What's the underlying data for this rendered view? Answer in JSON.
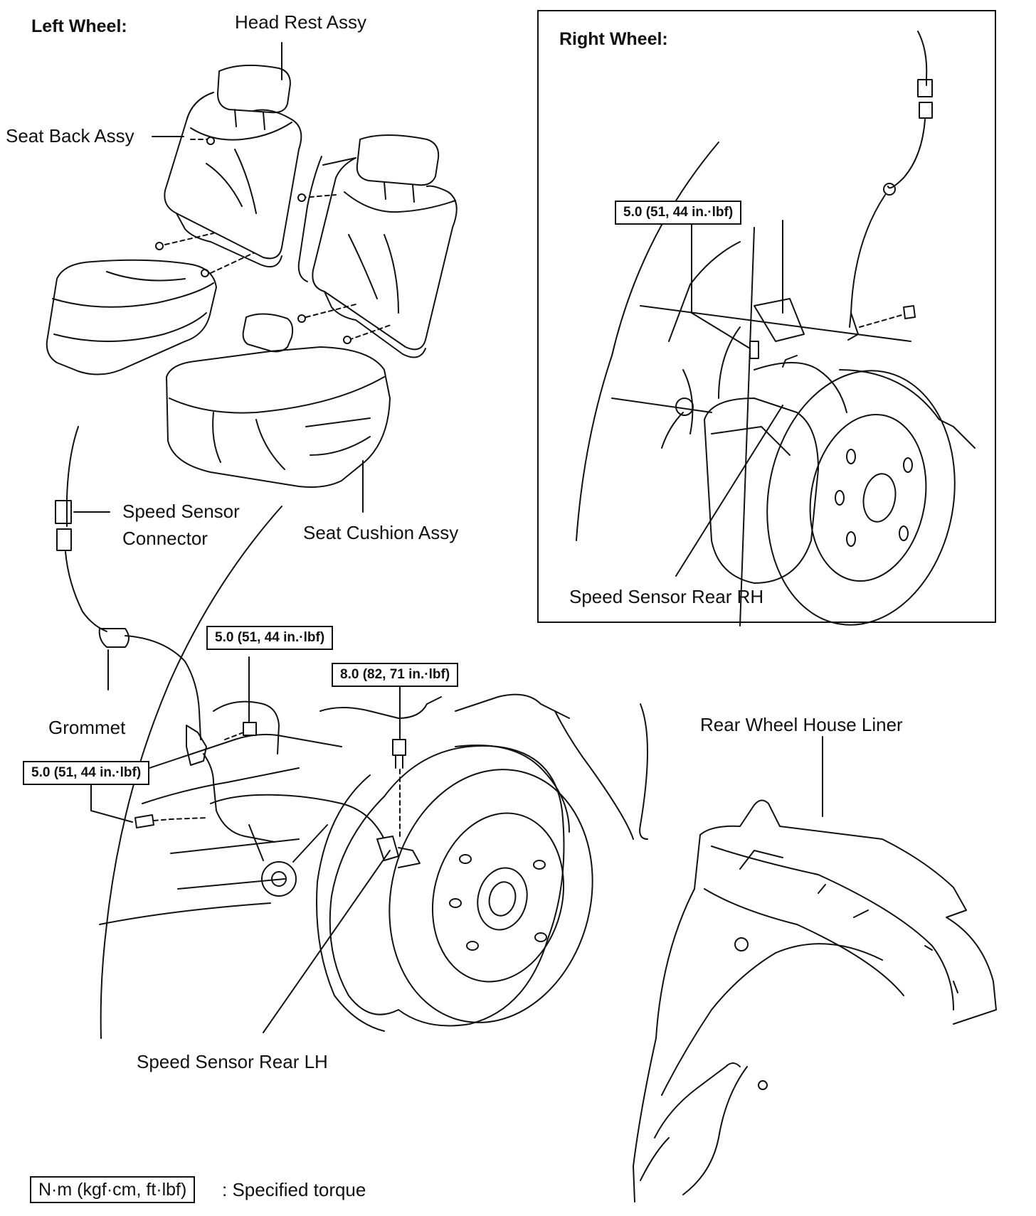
{
  "sections": {
    "left_wheel": "Left Wheel:",
    "right_wheel": "Right Wheel:"
  },
  "parts": {
    "head_rest": "Head Rest Assy",
    "seat_back": "Seat Back Assy",
    "seat_cushion": "Seat Cushion Assy",
    "speed_sensor_connector_l1": "Speed Sensor",
    "speed_sensor_connector_l2": "Connector",
    "grommet": "Grommet",
    "speed_sensor_rear_lh": "Speed Sensor Rear LH",
    "speed_sensor_rear_rh": "Speed Sensor Rear RH",
    "rear_wheel_house_liner": "Rear Wheel House Liner"
  },
  "torques": {
    "right_sensor_bolt": "5.0 (51, 44 in.·lbf)",
    "left_bracket_bolt": "5.0 (51, 44 in.·lbf)",
    "left_sensor_bolt": "5.0 (51, 44 in.·lbf)",
    "left_hub_bolt": "8.0 (82, 71 in.·lbf)"
  },
  "legend": {
    "unit_box": "N·m (kgf·cm, ft·lbf)",
    "meaning": ": Specified torque"
  }
}
